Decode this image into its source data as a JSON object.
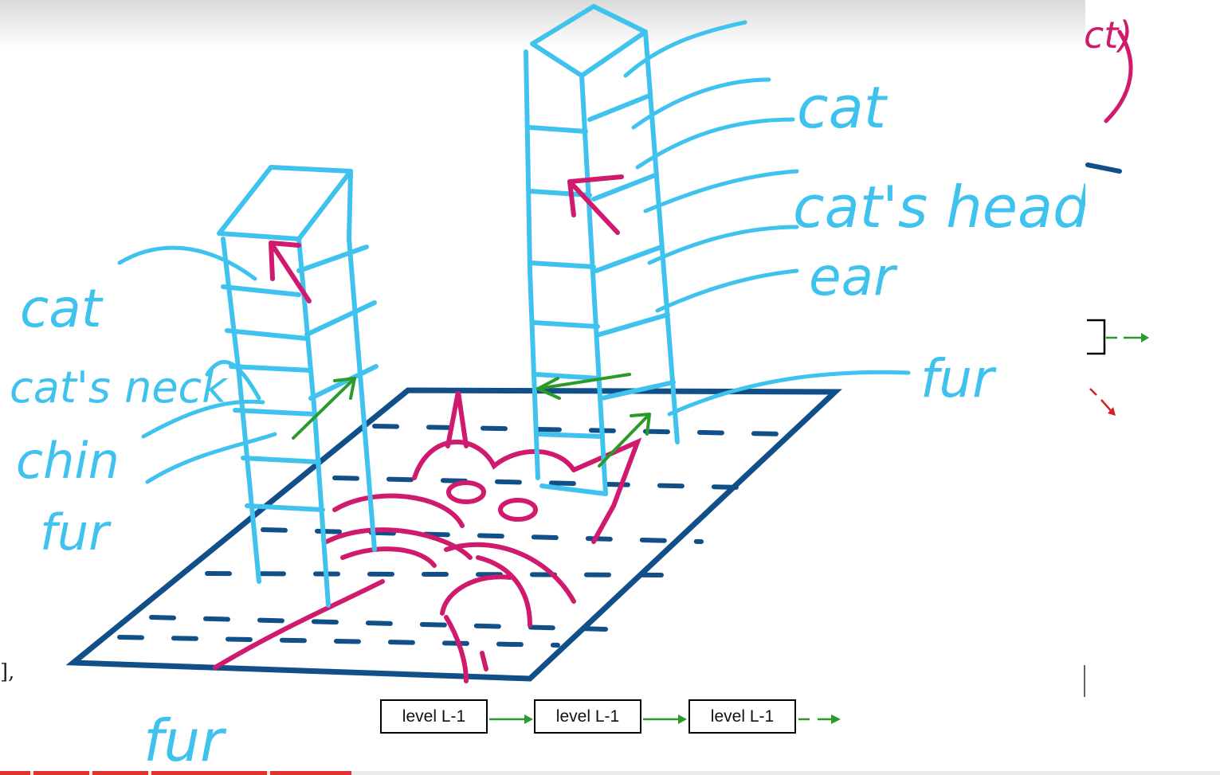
{
  "colors": {
    "cyan": "#3fc3ee",
    "magenta": "#d01a6e",
    "navy": "#114f88",
    "green": "#2a9a2a",
    "red": "#d42020"
  },
  "left_column_labels": {
    "label_1": "cat",
    "label_2": "cat's neck",
    "label_3": "chin",
    "label_4": "fur"
  },
  "right_column_labels": {
    "label_1": "cat",
    "label_2": "cat's head",
    "label_3": "ear",
    "label_4": "fur"
  },
  "bottom_label": "fur",
  "left_edge_fragment": "],",
  "levels": [
    "level L-1",
    "level L-1",
    "level L-1"
  ],
  "right_panel": {
    "bracket_fragment": "ct)"
  }
}
